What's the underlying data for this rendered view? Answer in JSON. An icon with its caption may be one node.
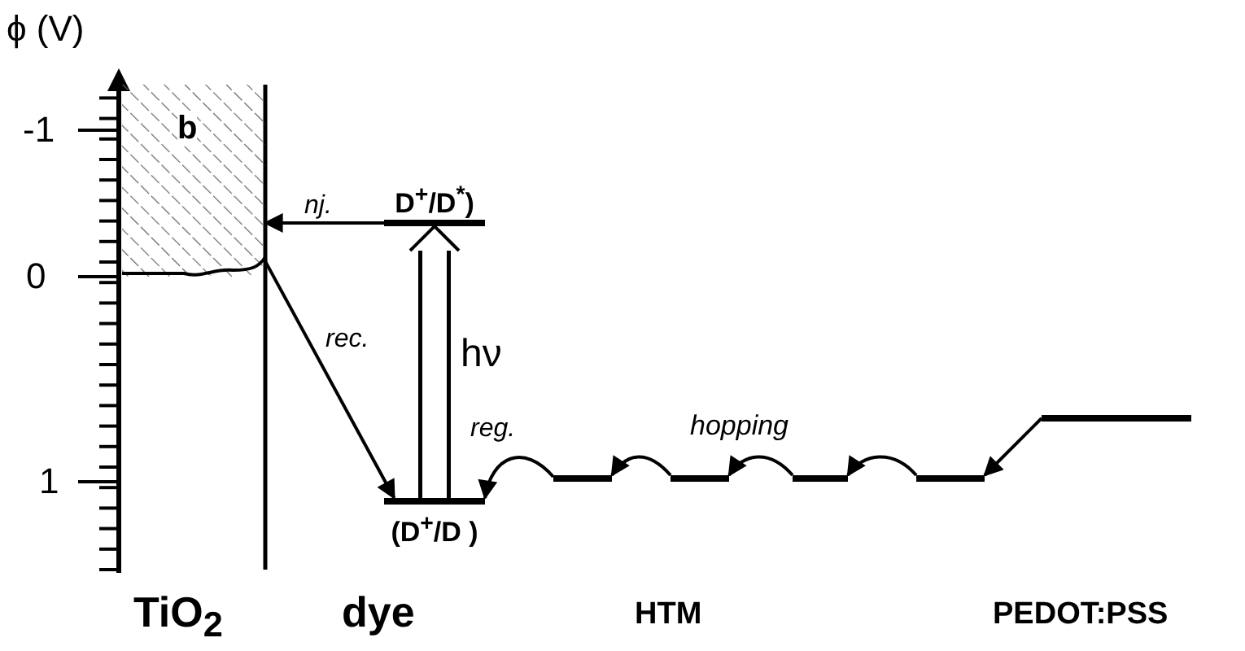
{
  "diagram": {
    "nodes": [
      {
        "text": [
          "b"
        ]
      },
      {
        "text": [
          "D$^{+}$/D$^{*}$)"
        ]
      },
      {
        "text": [
          "(D$^{+}$/D )"
        ]
      },
      {
        "text": [],
        "shape": "bar"
      },
      {
        "text": [],
        "shape": "bar"
      },
      {
        "text": [],
        "shape": "bar"
      },
      {
        "text": [],
        "shape": "bar"
      },
      {
        "text": [],
        "shape": "bar"
      }
    ],
    "edges": [
      {
        "from": 1,
        "to": 0,
        "arrow": "to",
        "label": "nj."
      },
      {
        "from": 0,
        "to": 2,
        "arrow": "to",
        "label": "rec."
      },
      {
        "from": 2,
        "to": 1,
        "arrow": "to",
        "label": "hν"
      },
      {
        "from": 3,
        "to": 2,
        "arrow": "to",
        "label": "reg."
      },
      {
        "from": 4,
        "to": 3,
        "arrow": "to"
      },
      {
        "from": 5,
        "to": 4,
        "arrow": "to"
      },
      {
        "from": 6,
        "to": 5,
        "arrow": "to"
      },
      {
        "from": 7,
        "to": 6,
        "arrow": "to"
      }
    ],
    "labels": [
      "ϕ (V)",
      "-1",
      "0",
      "1",
      "hopping",
      "TiO$_{2}$",
      "dye",
      "HTM",
      "PEDOT:PSS"
    ]
  }
}
